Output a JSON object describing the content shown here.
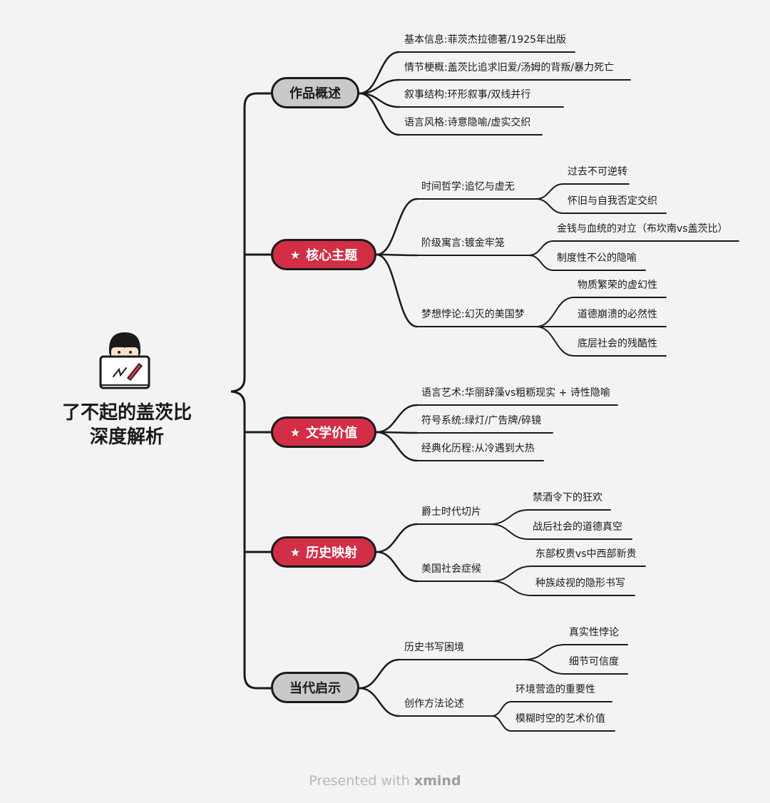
{
  "root": {
    "line1": "了不起的盖茨比",
    "line2": "深度解析"
  },
  "topics": [
    {
      "label": "作品概述",
      "starred": false,
      "children": [
        {
          "label": "基本信息:菲茨杰拉德著/1925年出版"
        },
        {
          "label": "情节梗概:盖茨比追求旧爱/汤姆的背叛/暴力死亡"
        },
        {
          "label": "叙事结构:环形叙事/双线并行"
        },
        {
          "label": "语言风格:诗意隐喻/虚实交织"
        }
      ]
    },
    {
      "label": "核心主题",
      "starred": true,
      "children": [
        {
          "label": "时间哲学:追忆与虚无",
          "children": [
            "过去不可逆转",
            "怀旧与自我否定交织"
          ]
        },
        {
          "label": "阶级寓言:镀金牢笼",
          "children": [
            "金钱与血统的对立（布坎南vs盖茨比）",
            "制度性不公的隐喻"
          ]
        },
        {
          "label": "梦想悖论:幻灭的美国梦",
          "children": [
            "物质繁荣的虚幻性",
            "道德崩溃的必然性",
            "底层社会的残酷性"
          ]
        }
      ]
    },
    {
      "label": "文学价值",
      "starred": true,
      "children": [
        {
          "label": "语言艺术:华丽辞藻vs粗粝现实 + 诗性隐喻"
        },
        {
          "label": "符号系统:绿灯/广告牌/碎镜"
        },
        {
          "label": "经典化历程:从冷遇到大热"
        }
      ]
    },
    {
      "label": "历史映射",
      "starred": true,
      "children": [
        {
          "label": "爵士时代切片",
          "children": [
            "禁酒令下的狂欢",
            "战后社会的道德真空"
          ]
        },
        {
          "label": "美国社会症候",
          "children": [
            "东部权贵vs中西部新贵",
            "种族歧视的隐形书写"
          ]
        }
      ]
    },
    {
      "label": "当代启示",
      "starred": false,
      "children": [
        {
          "label": "历史书写困境",
          "children": [
            "真实性悖论",
            "细节可信度"
          ]
        },
        {
          "label": "创作方法论述",
          "children": [
            "环境营造的重要性",
            "模糊时空的艺术价值"
          ]
        }
      ]
    }
  ],
  "footer": {
    "prefix": "Presented with",
    "brand": "xmind"
  },
  "colors": {
    "red": "#d22e46",
    "gray": "#c9c9c9",
    "ink": "#1a1a1a",
    "background": "#f3f3f3"
  },
  "icons": {
    "star": "★",
    "avatar": "person-with-tablet-icon"
  }
}
